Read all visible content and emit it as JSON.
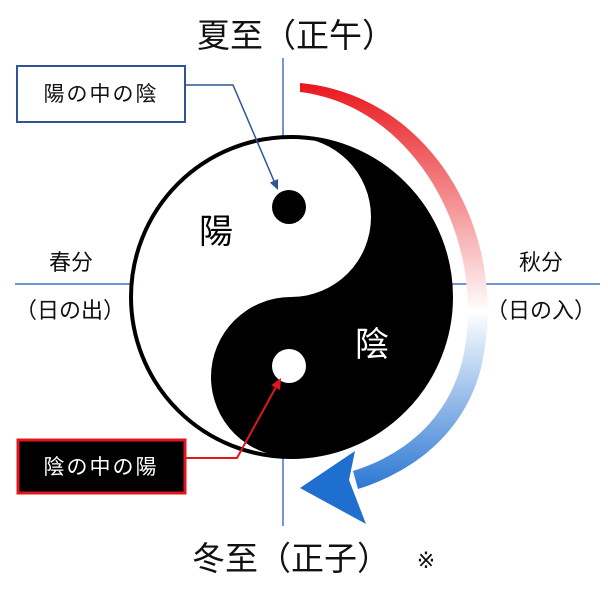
{
  "labels": {
    "summer_solstice": "夏至（正午）",
    "winter_solstice": "冬至（正子）",
    "note_mark": "※",
    "spring_equinox": "春分",
    "sunrise": "（日の出）",
    "autumn_equinox": "秋分",
    "sunset": "（日の入）",
    "yang": "陽",
    "yin": "陰",
    "yin_within_yang": "陽の中の陰",
    "yang_within_yin": "陰の中の陽"
  },
  "colors": {
    "axis_line": "#4472c4",
    "yin_within_yang_border": "#2f5597",
    "yang_within_yin_border": "#e0161e",
    "arrow_start": "#e8161c",
    "arrow_mid": "#ffffff",
    "arrow_end": "#1f6fd0",
    "yin": "#000000",
    "yang": "#ffffff"
  }
}
